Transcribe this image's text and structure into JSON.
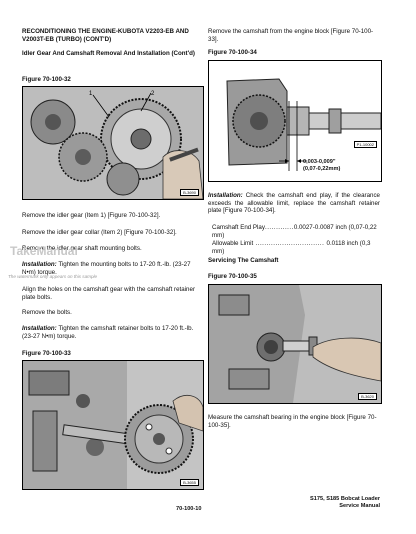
{
  "left": {
    "heading": "RECONDITIONING THE ENGINE-KUBOTA V2203-EB AND V2003T-EB (TURBO) (CONT'D)",
    "subheading": "Idler Gear And Camshaft Removal And Installation (Cont'd)",
    "fig1_label": "Figure 70-100-32",
    "fig1_id": "B-3690",
    "fig1_callouts": [
      "1",
      "2"
    ],
    "p1": "Remove the idler gear (Item 1) [Figure 70-100-32].",
    "p2": "Remove the idler gear collar (Item 2) [Figure 70-100-32].",
    "p3": "Remove the idler gear shaft mounting bolts.",
    "p4_lead": "Installation:",
    "p4": " Tighten the mounting bolts to 17-20 ft.-lb. (23-27 N•m) torque.",
    "p5": "Align the holes on the camshaft gear with the camshaft retainer plate bolts.",
    "p6": "Remove the bolts.",
    "p7_lead": "Installation:",
    "p7": " Tighten the camshaft retainer bolts to 17-20 ft.-lb. (23-27 N•m) torque.",
    "fig2_label": "Figure 70-100-33",
    "fig2_id": "B-3655",
    "page_number": "70-100-10"
  },
  "right": {
    "p1": "Remove the camshaft from the engine block [Figure 70-100-33].",
    "fig3_label": "Figure 70-100-34",
    "fig3_id": "P1-10002",
    "fig3_dim_in": "0,003-0,009\"",
    "fig3_dim_mm": "(0,07-0,22mm)",
    "p2_lead": "Installation:",
    "p2": " Check the camshaft end play, if the clearance exceeds the allowable limit, replace the camshaft retainer plate [Figure 70-100-34].",
    "spec1_label": "Camshaft End Play",
    "spec1_value": "0.0027-0.0087 inch (0,07-0,22 mm)",
    "spec2_label": "Allowable Limit",
    "spec2_value": "0.0118 inch (0,3 mm)",
    "subheading": "Servicing The Camshaft",
    "fig4_label": "Figure 70-100-35",
    "fig4_id": "B-3620",
    "p3": "Measure the camshaft bearing in the engine block [Figure 70-100-35].",
    "footer_line1": "S175, S185 Bobcat Loader",
    "footer_line2": "Service Manual"
  },
  "watermark": {
    "text": "TakeManual",
    "note": "The watermark only appears on this sample"
  }
}
